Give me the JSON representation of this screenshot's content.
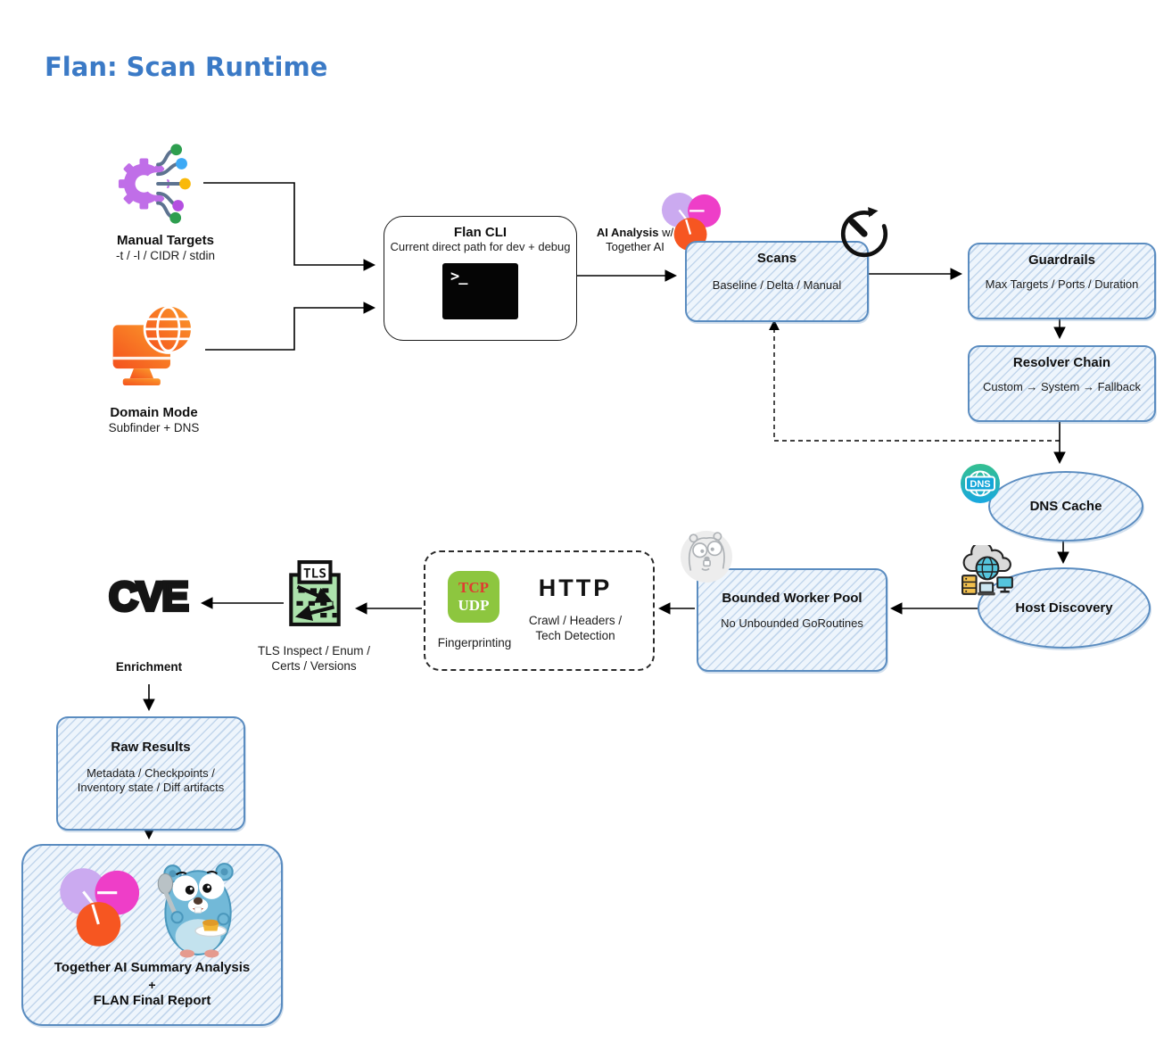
{
  "title": "Flan: Scan Runtime",
  "colors": {
    "title_blue": "#3b7ac6",
    "sketch_box_fill": "#eef5fc",
    "sketch_box_border": "#5a8cc0",
    "arrow": "#000000",
    "together_purple": "#cbaaf0",
    "together_magenta": "#ee3ec8",
    "together_orange": "#f65621",
    "gear_purple": "#c06ee8",
    "domain_orange": "#f4511e",
    "tcp_udp_green": "#8dc63f",
    "tls_green": "#ace2ac",
    "dns_teal": "#35c08f",
    "gopher_blue": "#72b9d8"
  },
  "nodes": {
    "manual_targets": {
      "label": "Manual Targets",
      "sub": "-t / -l / CIDR / stdin"
    },
    "domain_mode": {
      "label": "Domain Mode",
      "sub": "Subfinder + DNS"
    },
    "flan_cli": {
      "title": "Flan CLI",
      "sub": "Current direct path for dev + debug",
      "terminal_glyph": ">_"
    },
    "ai_analysis_label": {
      "bold": "AI Analysis",
      "rest": " w/",
      "line2": "Together AI"
    },
    "scans": {
      "title": "Scans",
      "sub": "Baseline / Delta / Manual"
    },
    "guardrails": {
      "title": "Guardrails",
      "sub": "Max Targets / Ports / Duration"
    },
    "resolver_chain": {
      "title": "Resolver Chain",
      "sub": "Custom → System → Fallback"
    },
    "dns_cache": {
      "label": "DNS Cache",
      "icon_text": "DNS"
    },
    "host_discovery": {
      "label": "Host Discovery"
    },
    "bounded_worker_pool": {
      "title": "Bounded Worker Pool",
      "sub": "No Unbounded GoRoutines"
    },
    "fingerprinting": {
      "tcp": "TCP",
      "udp": "UDP",
      "caption": "Fingerprinting"
    },
    "http": {
      "title": "HTTP",
      "sub_line1": "Crawl / Headers /",
      "sub_line2": "Tech Detection"
    },
    "tls": {
      "icon_text": "TLS",
      "caption_line1": "TLS Inspect / Enum /",
      "caption_line2": "Certs / Versions"
    },
    "cve": {
      "logo_text": "CVE",
      "caption": "Enrichment"
    },
    "raw_results": {
      "title": "Raw Results",
      "sub_line1": "Metadata / Checkpoints /",
      "sub_line2": "Inventory state / Diff artifacts"
    },
    "final_report": {
      "line1": "Together AI Summary Analysis",
      "line2": "+",
      "line3": "FLAN Final Report"
    }
  }
}
